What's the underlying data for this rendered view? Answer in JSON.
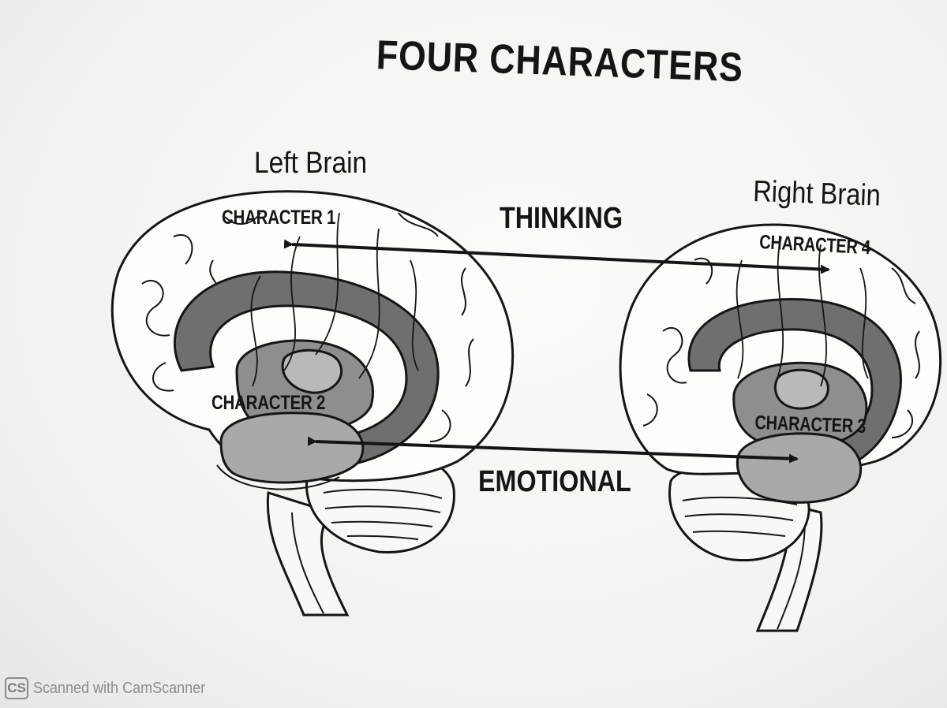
{
  "title": "FOUR CHARACTERS",
  "hemispheres": {
    "left": "Left Brain",
    "right": "Right Brain"
  },
  "axes": {
    "top": "THINKING",
    "bottom": "EMOTIONAL"
  },
  "characters": {
    "c1": "CHARACTER 1",
    "c2": "CHARACTER 2",
    "c3": "CHARACTER 3",
    "c4": "CHARACTER 4"
  },
  "watermark": {
    "logo": "CS",
    "text": "Scanned with CamScanner"
  },
  "colors": {
    "ink": "#151515",
    "limbic_dark": "#6f6f6f",
    "limbic_light": "#a9a9a9",
    "paper": "#f3f3f1"
  }
}
